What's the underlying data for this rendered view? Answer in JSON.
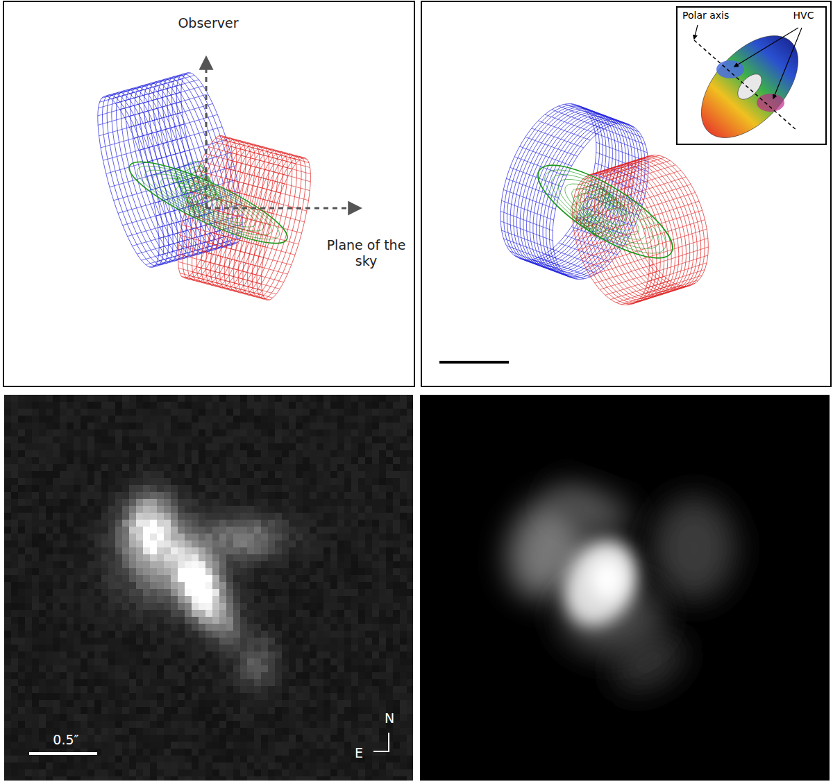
{
  "diagram": {
    "labels": [
      "Observer",
      "Plane of the sky",
      "Polar axis",
      "HVC",
      "0.5″",
      "N",
      "E"
    ]
  }
}
